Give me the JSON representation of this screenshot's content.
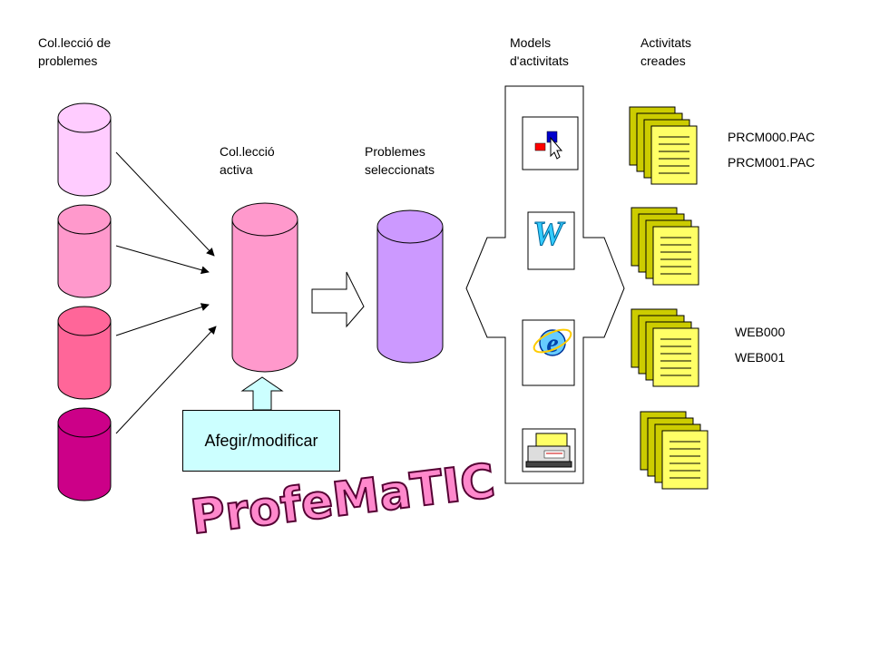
{
  "labels": {
    "collection": [
      "Col.lecció de",
      "problemes"
    ],
    "active": [
      "Col.lecció",
      "activa"
    ],
    "selected": [
      "Problemes",
      "seleccionats"
    ],
    "models": [
      "Models",
      "d'activitats"
    ],
    "created": [
      "Activitats",
      "creades"
    ]
  },
  "files": {
    "pac_1": "PRCM000.PAC",
    "pac_2": "PRCM001.PAC",
    "web_1": "WEB000",
    "web_2": "WEB001"
  },
  "button": {
    "label": "Afegir/modificar"
  },
  "logo": {
    "text": "ProfeMaTIC"
  },
  "colors": {
    "cyl_1": "#ffccff",
    "cyl_2": "#ff99cc",
    "cyl_3": "#ff6699",
    "cyl_4": "#cc0088",
    "active": "#ff99cc",
    "selected": "#cc99ff",
    "doc": "#ffff66",
    "doc_back": "#cccc00",
    "button": "#ccffff",
    "logo": "#ff88cc"
  },
  "icons": [
    "clic-icon",
    "word-w-icon",
    "internet-explorer-icon",
    "printer-icon"
  ]
}
